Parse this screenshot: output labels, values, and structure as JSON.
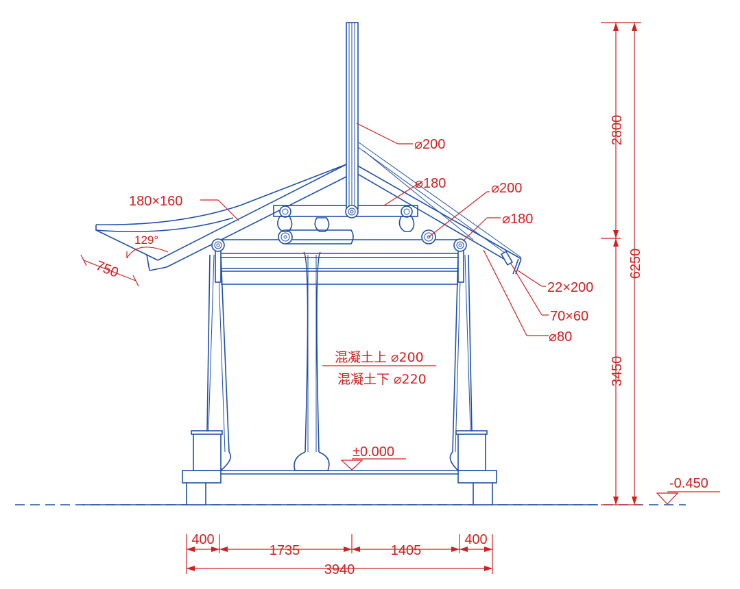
{
  "labels": {
    "mast_diameter": "⌀200",
    "purlin_diameter_left": "⌀180",
    "purlin_diameter_right": "⌀200",
    "eave_purlin_diameter": "⌀180",
    "rafter_section": "180×160",
    "angle": "129°",
    "eave_length": "750",
    "board_22x200": "22×200",
    "board_70x60": "70×60",
    "rod_80": "⌀80",
    "column_upper": "混凝土上 ⌀200",
    "column_lower": "混凝土下 ⌀220",
    "floor_level": "±0.000",
    "ground_level": "-0.450"
  },
  "dimensions": {
    "vertical": {
      "top": "2800",
      "total": "6250",
      "bottom": "3450"
    },
    "horizontal": {
      "seg1": "400",
      "seg2": "1735",
      "seg3": "1405",
      "seg4": "400",
      "total": "3940"
    }
  },
  "colors": {
    "structure": "#1f4fa8",
    "annotation": "#d21e1e"
  }
}
